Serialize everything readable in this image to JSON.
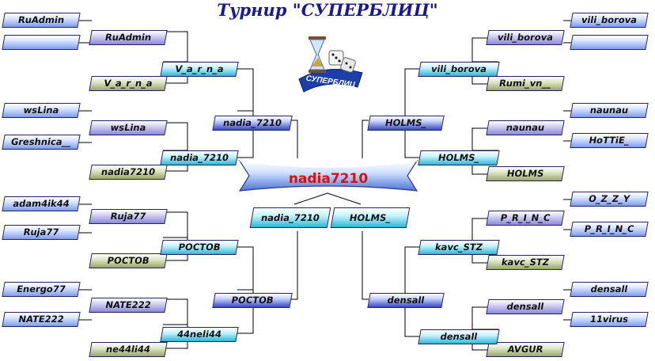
{
  "title": "Турнир \"СУПЕРБЛИЦ\"",
  "champion": "nadia7210",
  "left": {
    "r1": [
      "RuAdmin",
      "",
      "wsLina",
      "Greshnica__",
      "adam4ik44",
      "Ruja77",
      "Energo77",
      "NATE222"
    ],
    "r2": [
      "RuAdmin",
      "V_a_r_n_a",
      "wsLina",
      "nadia7210",
      "Ruja77",
      "РОСТОВ",
      "NATE222",
      "ne44li44"
    ],
    "r3": [
      "V_a_r_n_a",
      "nadia_7210",
      "РОСТОВ",
      "44neli44"
    ],
    "r4": [
      "nadia_7210",
      "РОСТОВ"
    ],
    "semi": "nadia_7210"
  },
  "right": {
    "r1": [
      "vili_borova",
      "",
      "naunau",
      "HoTTiE_",
      "O_Z_Z_Y",
      "P_R_I_N_C",
      "densall",
      "11virus"
    ],
    "r2": [
      "vili_borova",
      "Rumi_vn__",
      "naunau",
      "HOLMS",
      "P_R_I_N_C",
      "kavc_STZ",
      "densall",
      "AVGUR"
    ],
    "r3": [
      "vili_borova",
      "HOLMS_",
      "kavc_STZ",
      "densall"
    ],
    "r4": [
      "HOLMS_",
      "densall"
    ],
    "semi": "HOLMS_"
  },
  "logo_text": "СУПЕРБЛИЦ"
}
